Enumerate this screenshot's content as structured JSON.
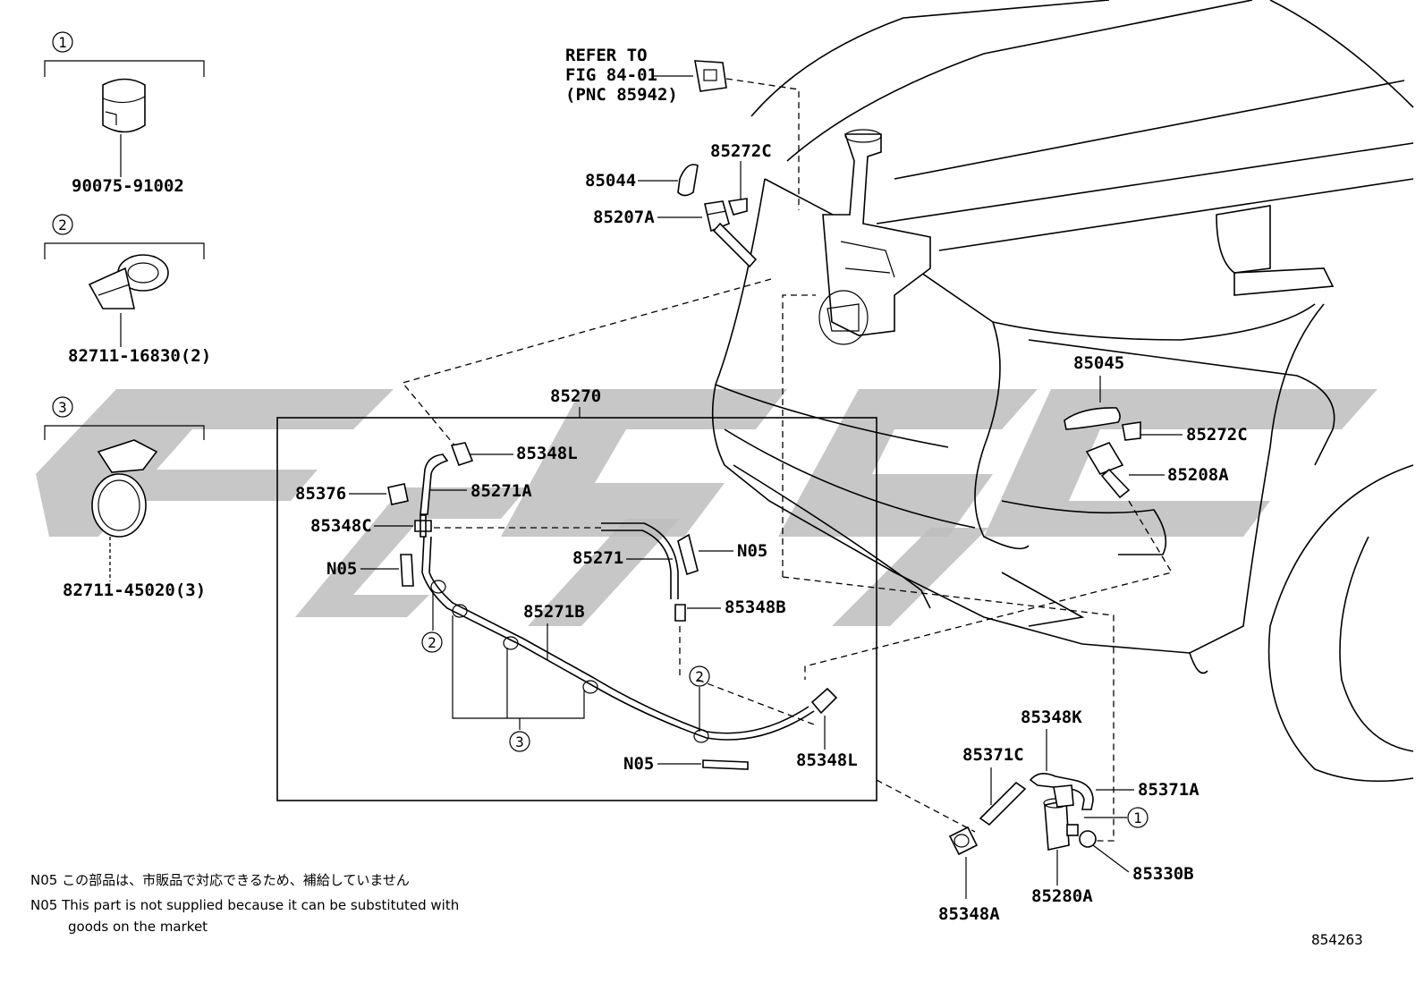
{
  "legend": [
    {
      "num": "1",
      "part": "90075-91002"
    },
    {
      "num": "2",
      "part": "82711-16830(2)"
    },
    {
      "num": "3",
      "part": "82711-45020(3)"
    }
  ],
  "refer": {
    "line1": "REFER TO",
    "line2": "FIG 84-01",
    "line3": "(PNC 85942)"
  },
  "box_label": "85270",
  "labels": {
    "p85044": "85044",
    "p85272c_top": "85272C",
    "p85207a": "85207A",
    "p85045": "85045",
    "p85272c_right": "85272C",
    "p85208a": "85208A",
    "p85348l_top": "85348L",
    "p85376": "85376",
    "p85271a": "85271A",
    "p85348c": "85348C",
    "p85271": "85271",
    "p_n05_right": "N05",
    "p_n05_left": "N05",
    "p85271b": "85271B",
    "p85348b": "85348B",
    "p_n05_bottom": "N05",
    "p85348l_bottom": "85348L",
    "p85348k": "85348K",
    "p85371c": "85371C",
    "p85371a": "85371A",
    "p85330b": "85330B",
    "p85280a": "85280A",
    "p85348a": "85348A"
  },
  "callouts": {
    "c2_left": "2",
    "c3": "3",
    "c2_mid": "2",
    "c1_right": "1"
  },
  "notes": {
    "jp": "N05 この部品は、市販品で対応できるため、補給していません",
    "en_line1": "N05 This part is not supplied because it can be substituted with",
    "en_line2": "goods on the market"
  },
  "figure_id": "854263"
}
